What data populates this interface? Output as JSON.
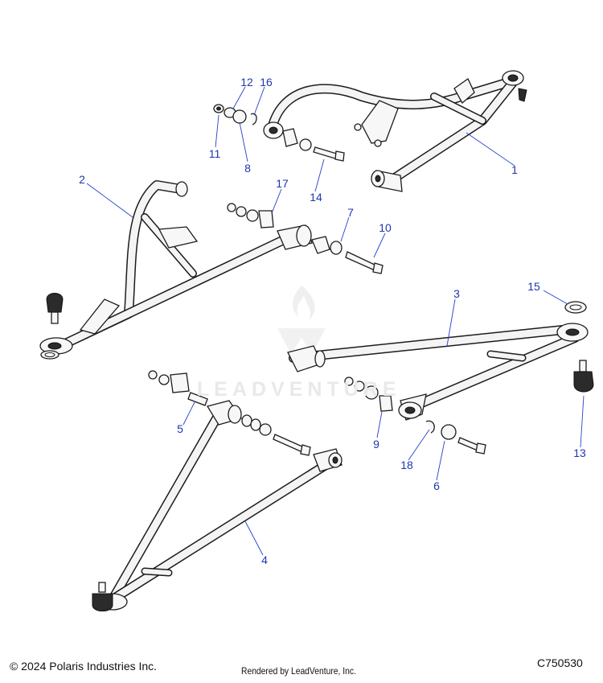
{
  "callouts": [
    {
      "id": "c1",
      "label": "1"
    },
    {
      "id": "c2",
      "label": "2"
    },
    {
      "id": "c3",
      "label": "3"
    },
    {
      "id": "c4",
      "label": "4"
    },
    {
      "id": "c5",
      "label": "5"
    },
    {
      "id": "c6",
      "label": "6"
    },
    {
      "id": "c7",
      "label": "7"
    },
    {
      "id": "c8",
      "label": "8"
    },
    {
      "id": "c9",
      "label": "9"
    },
    {
      "id": "c10",
      "label": "10"
    },
    {
      "id": "c11",
      "label": "11"
    },
    {
      "id": "c12",
      "label": "12"
    },
    {
      "id": "c13",
      "label": "13"
    },
    {
      "id": "c14",
      "label": "14"
    },
    {
      "id": "c15",
      "label": "15"
    },
    {
      "id": "c16",
      "label": "16"
    },
    {
      "id": "c17",
      "label": "17"
    },
    {
      "id": "c18",
      "label": "18"
    }
  ],
  "watermark": {
    "text": "LEADVENTURE"
  },
  "footer": {
    "copyright": "© 2024 Polaris Industries Inc.",
    "rendered_by": "Rendered by LeadVenture, Inc.",
    "diagram_id": "C750530"
  },
  "colors": {
    "callout": "#1f36b0",
    "line": "#1c1c1c",
    "part_fill": "#f7f7f7"
  }
}
